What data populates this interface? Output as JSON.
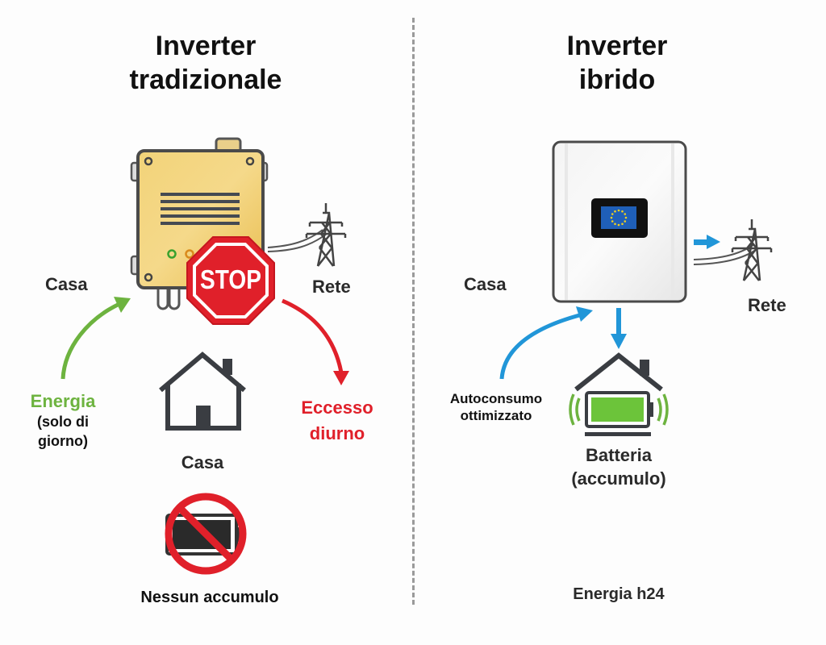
{
  "left": {
    "title_line1": "Inverter",
    "title_line2": "tradizionale",
    "casa_top": "Casa",
    "rete": "Rete",
    "energia": "Energia",
    "energia_note_line1": "(solo di",
    "energia_note_line2": "giorno)",
    "eccesso_line1": "Eccesso",
    "eccesso_line2": "diurno",
    "casa_bottom": "Casa",
    "stop_sign": "STOP",
    "nessun_accumulo": "Nessun accumulo"
  },
  "right": {
    "title_line1": "Inverter",
    "title_line2": "ibrido",
    "casa": "Casa",
    "rete": "Rete",
    "autoconsumo_line1": "Autoconsumo",
    "autoconsumo_line2": "ottimizzato",
    "batteria_line1": "Batteria",
    "batteria_line2": "(accumulo)",
    "energia_h24": "Energia h24"
  },
  "colors": {
    "green": "#6db33f",
    "red": "#e0202a",
    "blue": "#2196d8",
    "dark": "#3a3d42",
    "inverter_yellow": "#f0c95c",
    "battery_green": "#6cc43a"
  }
}
